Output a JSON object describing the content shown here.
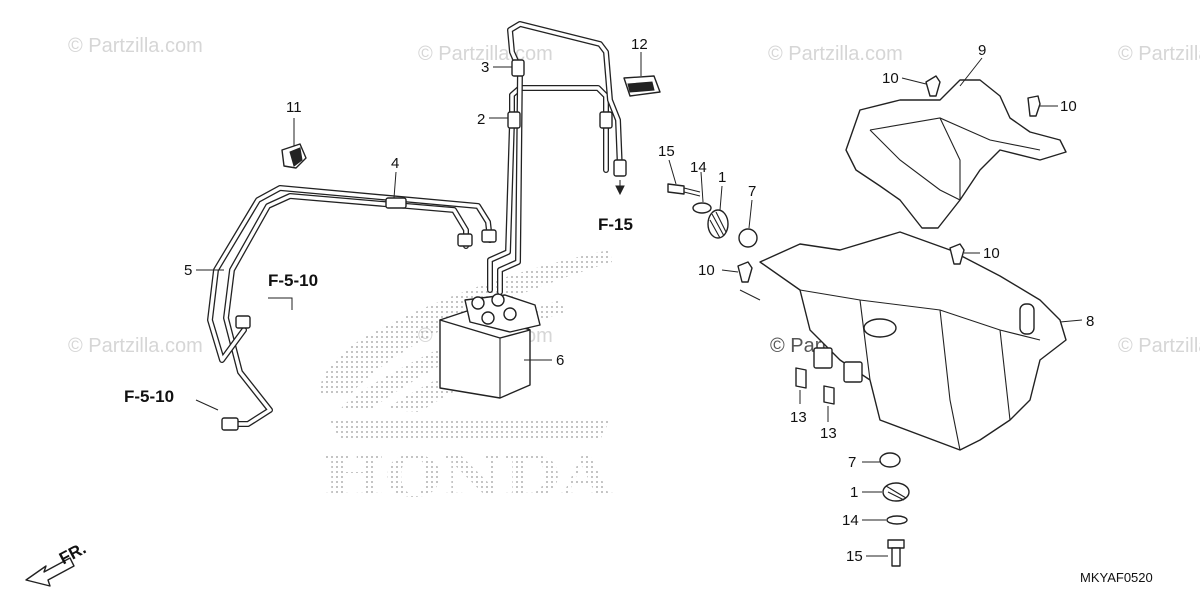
{
  "watermark": {
    "text": "© Partzilla.com",
    "positions_count": 8
  },
  "brand_background": "HONDA",
  "diagram_code": "MKYAF0520",
  "direction_indicator": "FR.",
  "part_labels": {
    "p1a": "1",
    "p1b": "1",
    "p2": "2",
    "p3": "3",
    "p4": "4",
    "p5": "5",
    "p6": "6",
    "p7a": "7",
    "p7b": "7",
    "p8": "8",
    "p9": "9",
    "p10a": "10",
    "p10b": "10",
    "p10c": "10",
    "p10d": "10",
    "p11": "11",
    "p12": "12",
    "p13a": "13",
    "p13b": "13",
    "p14a": "14",
    "p14b": "14",
    "p15a": "15",
    "p15b": "15"
  },
  "references": {
    "f15": "F-15",
    "f510a": "F-5-10",
    "f510b": "F-5-10"
  },
  "colors": {
    "line": "#222222",
    "watermark": "#d6d6d6",
    "dots": "#9a9a9a"
  }
}
